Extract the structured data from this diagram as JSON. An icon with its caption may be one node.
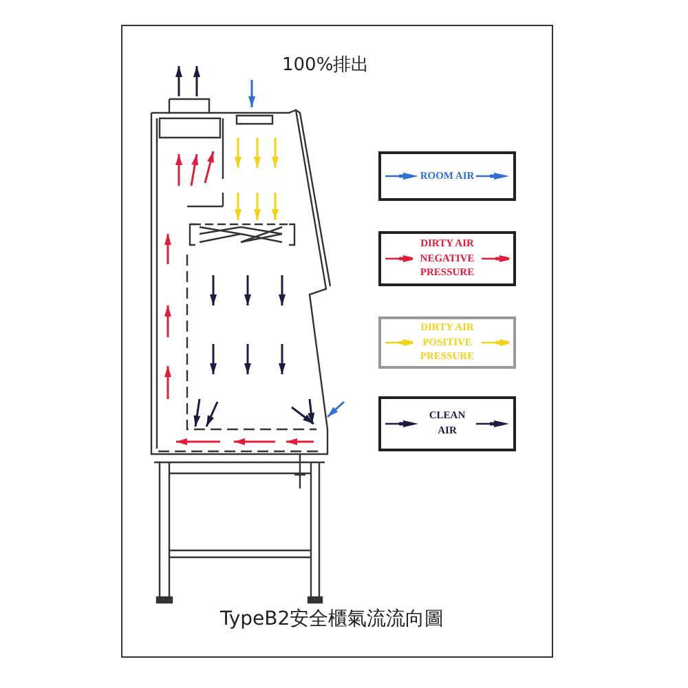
{
  "diagram": {
    "caption": "TypeB2安全櫃氣流流向圖",
    "labels": [
      "100%排出"
    ],
    "legend": [
      {
        "text": "ROOM AIR",
        "color": "#2f6fd0"
      },
      {
        "text": "DIRTY AIR NEGATIVE PRESSURE",
        "color": "#e21d3c"
      },
      {
        "text": "DIRTY AIR POSITIVE PRESSURE",
        "color": "#f2d21b"
      },
      {
        "text": "CLEAN AIR",
        "color": "#1c1c3c"
      }
    ]
  }
}
